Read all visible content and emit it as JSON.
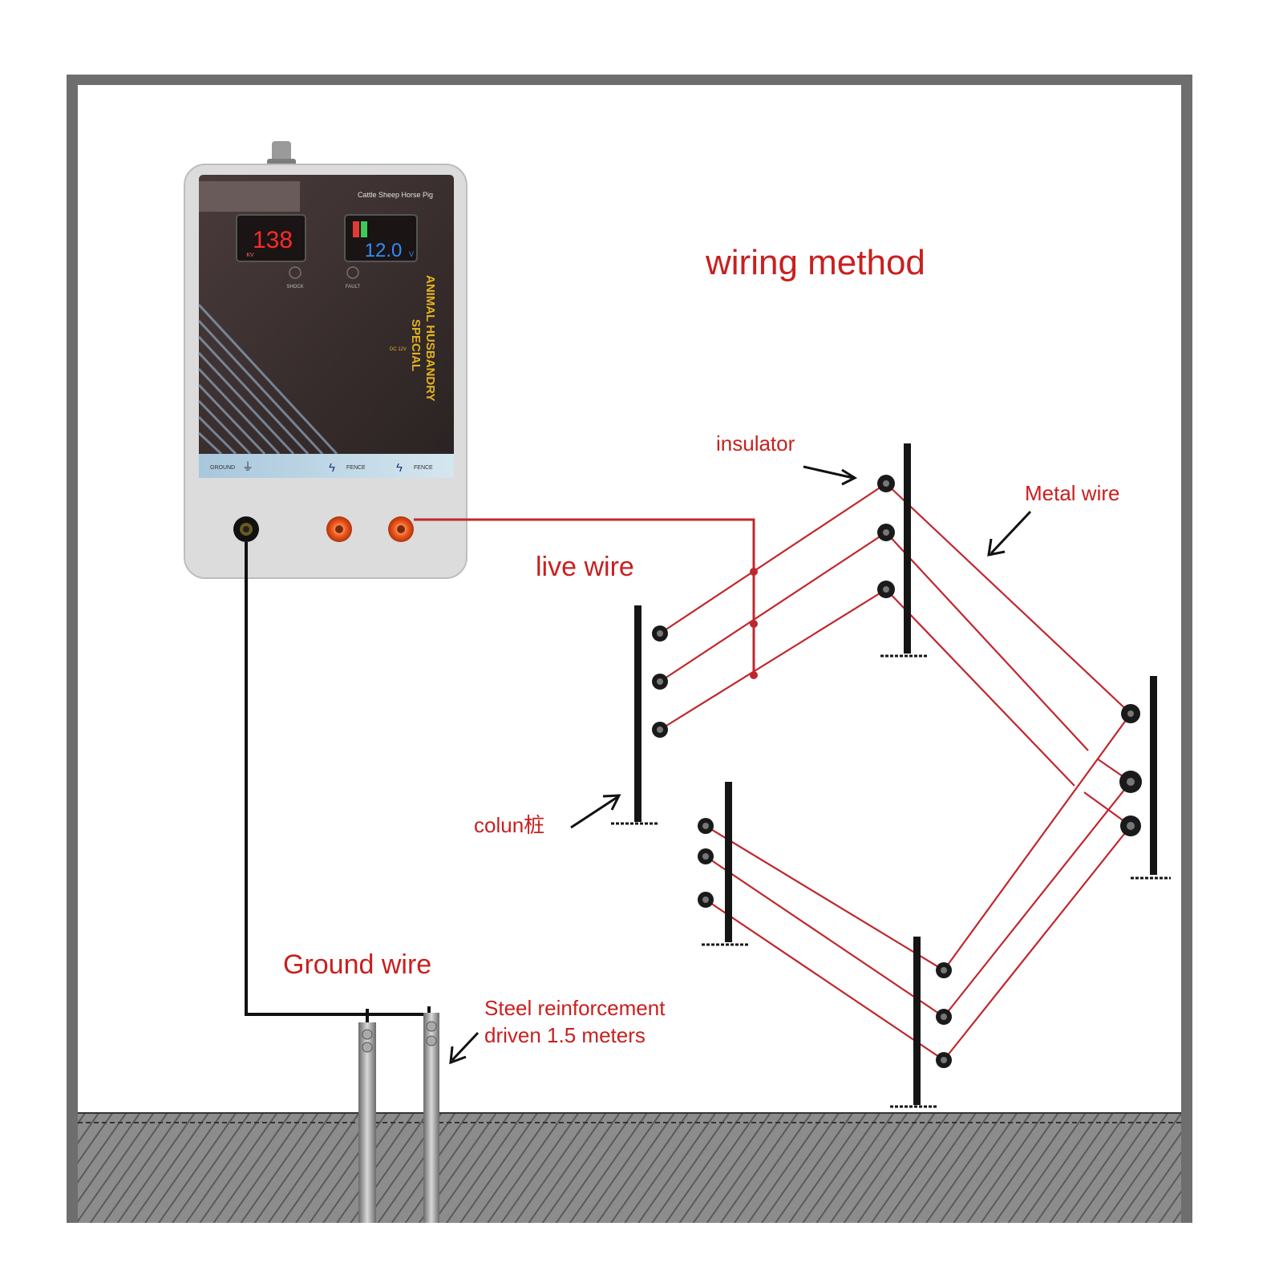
{
  "title": "wiring method",
  "labels": {
    "insulator": "insulator",
    "metal_wire": "Metal wire",
    "live_wire": "live wire",
    "column": "colun桩",
    "ground_wire": "Ground wire",
    "steel_line1": "Steel reinforcement",
    "steel_line2": "driven 1.5 meters"
  },
  "device": {
    "subtitle": "Cattle Sheep Horse Pig",
    "display_left_value": "138",
    "display_left_unit": "KV",
    "display_right_value": "12.0",
    "display_right_unit": "V",
    "indicator_shock": "SHOCK",
    "indicator_fault": "FAULT",
    "brand_line1": "ANIMAL HUSBANDRY",
    "brand_line2": "SPECIAL",
    "dc_label": "DC 12V",
    "terminal_ground": "GROUND",
    "terminal_fence_1": "FENCE",
    "terminal_fence_2": "FENCE"
  },
  "colors": {
    "label_red": "#c8201f",
    "wire_red": "#c0272d",
    "ground_wire": "#111111",
    "frame_gray": "#6e6e6e",
    "device_body": "#3a2e2e",
    "led_red": "#ff2a2a",
    "led_blue": "#2f8dff"
  }
}
